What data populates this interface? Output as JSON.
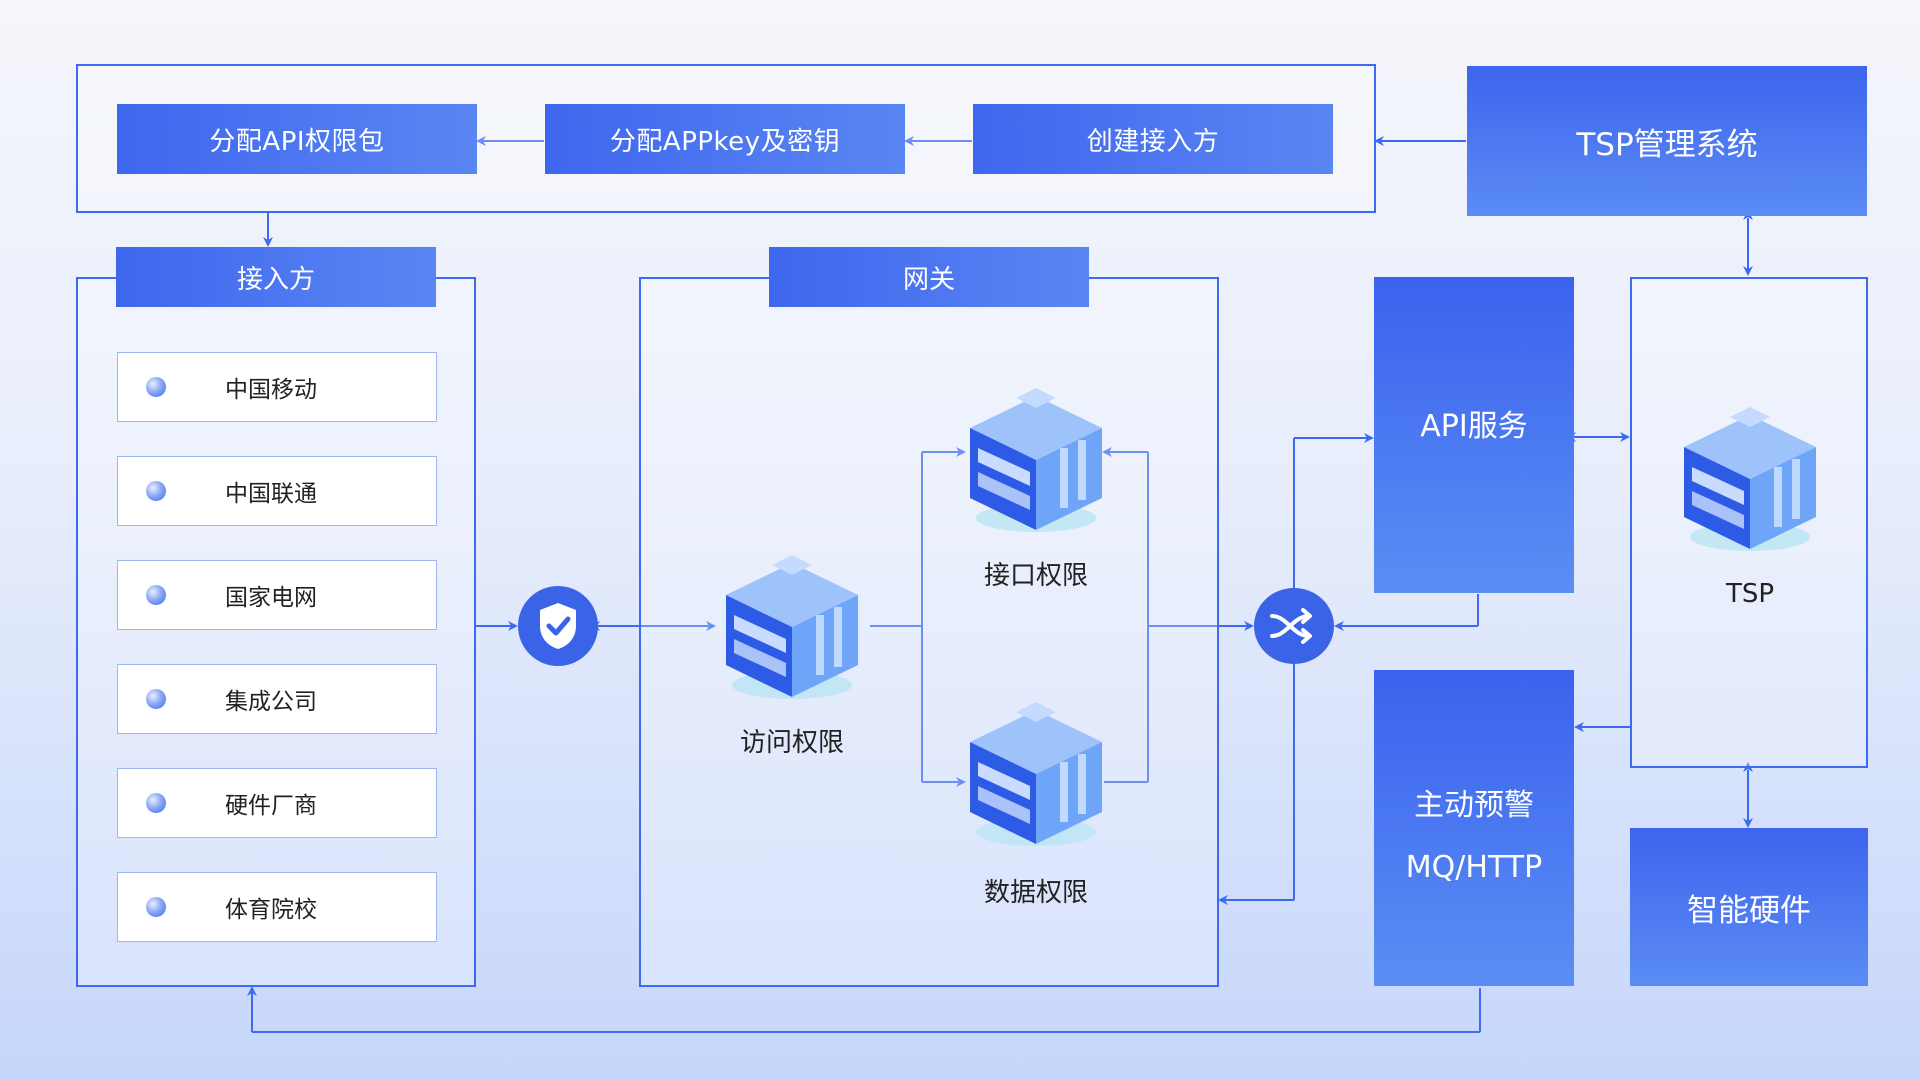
{
  "top_flow": {
    "step1": "分配API权限包",
    "step2": "分配APPkey及密钥",
    "step3": "创建接入方"
  },
  "tsp_mgmt": "TSP管理系统",
  "access_party": {
    "title": "接入方",
    "items": [
      "中国移动",
      "中国联通",
      "国家电网",
      "集成公司",
      "硬件厂商",
      "体育院校"
    ]
  },
  "gateway": {
    "title": "网关",
    "access_perm": "访问权限",
    "interface_perm": "接口权限",
    "data_perm": "数据权限"
  },
  "api_service": "API服务",
  "alert": {
    "line1": "主动预警",
    "line2": "MQ/HTTP"
  },
  "tsp": "TSP",
  "smart_hw": "智能硬件",
  "colors": {
    "primary": "#3d6af0",
    "box_gradient_start": "#3e67ee",
    "box_gradient_end": "#5a86f3",
    "icon_circle": "#3b63e8"
  }
}
